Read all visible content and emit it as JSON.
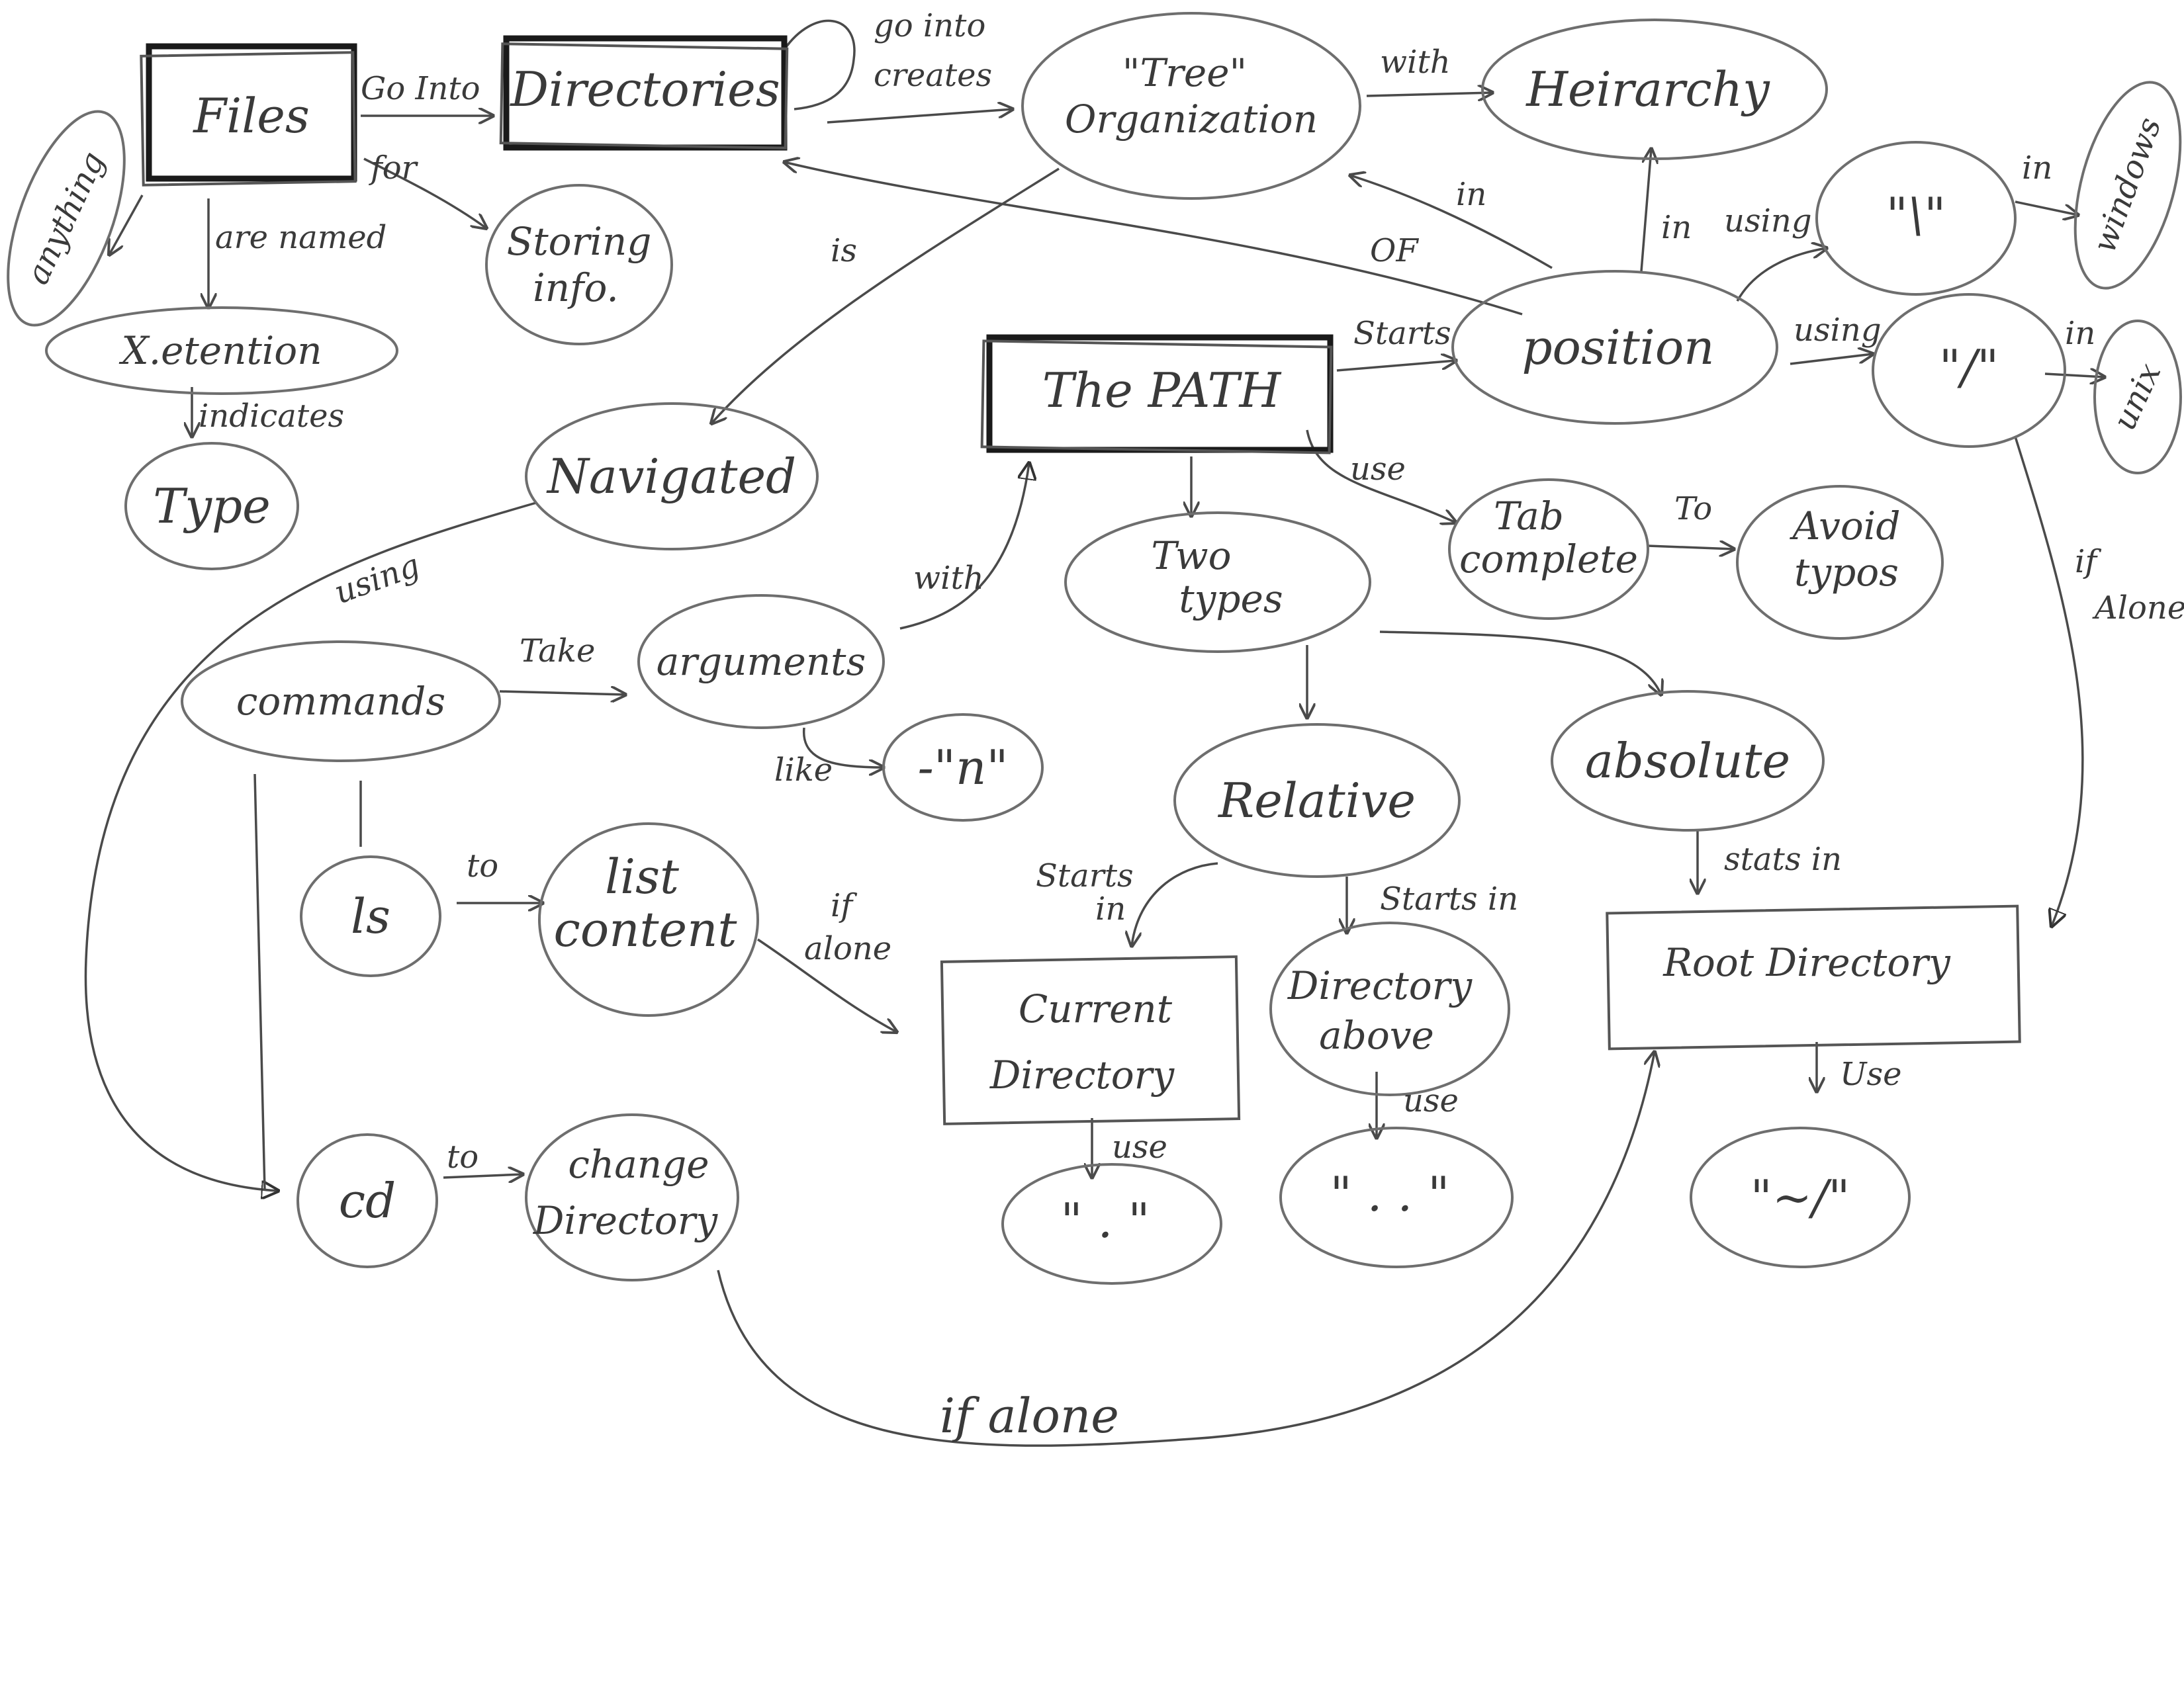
{
  "nodes": {
    "files": "Files",
    "directories": "Directories",
    "tree_organization": [
      "\"Tree\"",
      "Organization"
    ],
    "heirarchy": "Heirarchy",
    "anything": "anything",
    "storing_info": [
      "Storing",
      "info."
    ],
    "extension": "X.etention",
    "type": "Type",
    "the_path": "The PATH",
    "position": "position",
    "backslash": "\"\\\"",
    "forward_slash": "\"/\"",
    "windows": "windows",
    "unix": "unix",
    "navigated": "Navigated",
    "commands": "commands",
    "arguments": "arguments",
    "n_flag": "-\"n\"",
    "two_types": [
      "Two",
      "types"
    ],
    "tab_complete": [
      "Tab",
      "complete"
    ],
    "avoid_typos": [
      "Avoid",
      "typos"
    ],
    "absolute": "absolute",
    "relative": "Relative",
    "ls": "ls",
    "list_content": [
      "list",
      "content"
    ],
    "current_directory": [
      "Current",
      "Directory"
    ],
    "directory_above": [
      "Directory",
      "above"
    ],
    "root_directory": "Root Directory",
    "dot": "\" . \"",
    "dot_dot": "\" . . \"",
    "tilde_slash": "\"~/\"",
    "cd": "cd",
    "change_directory": [
      "change",
      "Directory"
    ]
  },
  "edge_labels": {
    "files_directories": "Go Into",
    "directories_self": "go into",
    "creates": "creates",
    "with_heirarchy": "with",
    "for": "for",
    "are_named": "are named",
    "indicates": "indicates",
    "is": "is",
    "of": "OF",
    "in_left": "in",
    "in_up": "in",
    "using_backslash": "using",
    "in_windows": "in",
    "starts": "Starts",
    "using_slash": "using",
    "in_unix": "in",
    "if_alone_right": [
      "if",
      "Alone"
    ],
    "use_tab": "use",
    "to_avoid": "To",
    "using_cmd": "using",
    "take": "Take",
    "with_path": "with",
    "like": "like",
    "to_ls": "to",
    "if_alone_ls": [
      "if",
      "alone"
    ],
    "starts_in_current": [
      "Starts",
      "in"
    ],
    "starts_in_above": "Starts in",
    "stats_in_root": "stats in",
    "use_dot": "use",
    "use_dotdot": "use",
    "use_tilde": "Use",
    "to_cd": "to",
    "if_alone_cd": "if alone"
  }
}
